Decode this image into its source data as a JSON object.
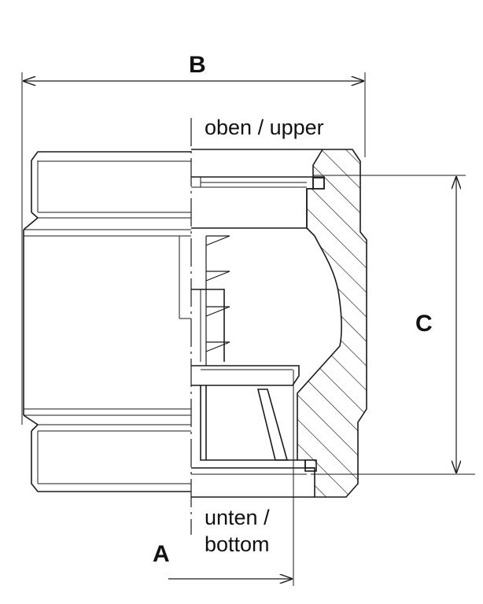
{
  "dimensions": {
    "width_label": "B",
    "height_label": "C",
    "offset_label": "A"
  },
  "orientation": {
    "upper": "oben / upper",
    "lower_line1": "unten /",
    "lower_line2": "bottom"
  },
  "colors": {
    "line": "#1a1a1a",
    "background": "#ffffff"
  }
}
